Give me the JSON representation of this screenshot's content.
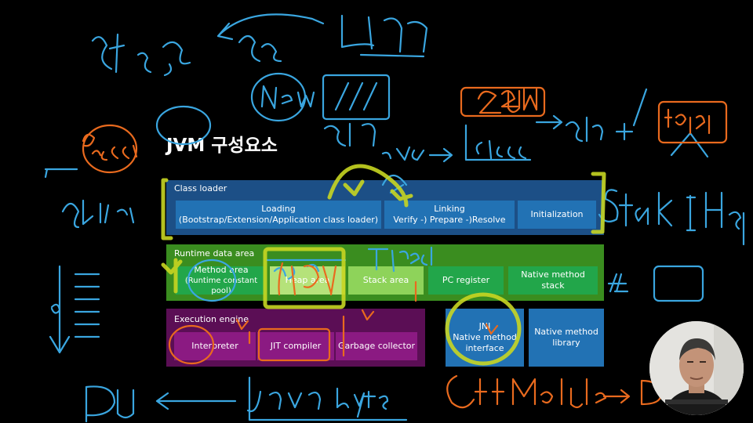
{
  "slide": {
    "title": "JVM 구성요소",
    "class_loader": {
      "label": "Class loader",
      "loading": {
        "line1": "Loading",
        "line2": "(Bootstrap/Extension/Application class loader)"
      },
      "linking": {
        "line1": "Linking",
        "line2": "Verify -) Prepare -)Resolve"
      },
      "initialization": "Initialization"
    },
    "runtime_data_area": {
      "label": "Runtime data area",
      "method_area": {
        "line1": "Method area",
        "line2": "(Runtime constant pool)"
      },
      "heap_area": "Heap area",
      "stack_area": "Stack area",
      "pc_register": "PC register",
      "native_method_stack": "Native method stack"
    },
    "execution_engine": {
      "label": "Execution engine",
      "interpreter": "Interpreter",
      "jit_compiler": "JIT compiler",
      "garbage_collector": "Garbage collector"
    },
    "jni": {
      "line1": "JNI",
      "line2": "Native method",
      "line3": "interface"
    },
    "native_method_library": {
      "line1": "Native method",
      "line2": "library"
    }
  },
  "colors": {
    "class_loader_bg": "#1c4f86",
    "class_loader_box": "#2272b4",
    "runtime_bg": "#3a8d1f",
    "runtime_box": "#22a64a",
    "heap_box": "#b5e27a",
    "execution_bg": "#5b0e55",
    "execution_box": "#8b1a82",
    "jni_box": "#2272b4",
    "ink_blue": "#3aa6e0",
    "ink_orange": "#e96a1e",
    "ink_yellow": "#c8d622"
  }
}
